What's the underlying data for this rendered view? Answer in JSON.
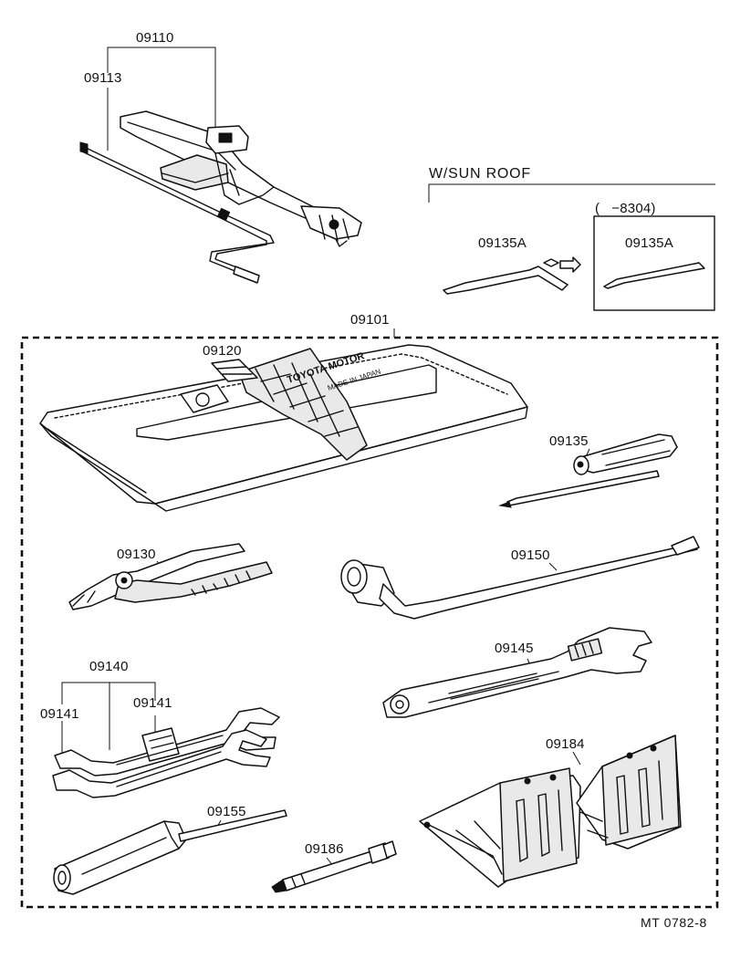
{
  "diagram": {
    "labels": {
      "p09110": "09110",
      "p09113": "09113",
      "sunroof": "W/SUN ROOF",
      "range": "(   −8304)",
      "p09135A_left": "09135A",
      "p09135A_right": "09135A",
      "p09101": "09101",
      "p09120": "09120",
      "p09135": "09135",
      "p09130": "09130",
      "p09150": "09150",
      "p09140": "09140",
      "p09141_left": "09141",
      "p09141_right": "09141",
      "p09145": "09145",
      "p09184": "09184",
      "p09155": "09155",
      "p09186": "09186",
      "code": "MT 0782-8"
    },
    "bag_text": {
      "brand": "TOYOTA MOTOR",
      "origin": "MADE IN JAPAN"
    }
  }
}
